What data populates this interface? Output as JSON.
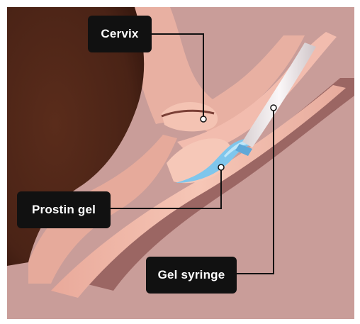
{
  "labels": {
    "cervix": "Cervix",
    "prostin_gel": "Prostin gel",
    "gel_syringe": "Gel syringe"
  },
  "colors": {
    "background": "#c99d99",
    "uterus_wall": "#4a2316",
    "tissue_light": "#f3bfae",
    "tissue_mid": "#e2a596",
    "canal_dark": "#8f5c5a",
    "gel_blue": "#7fc6ec",
    "syringe_white": "#efe9ea",
    "leader_line": "#111111"
  }
}
